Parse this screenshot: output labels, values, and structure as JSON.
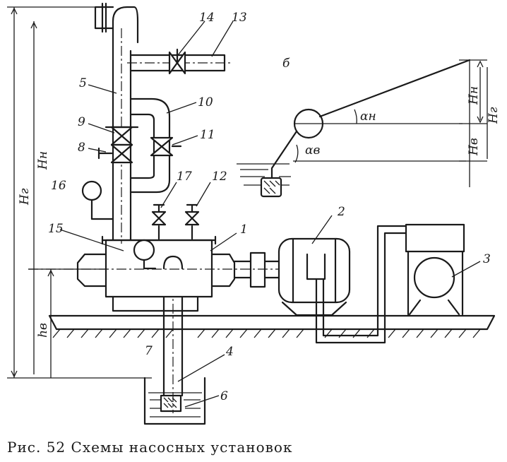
{
  "labels": {
    "l1": "1",
    "l2": "2",
    "l3": "3",
    "l4": "4",
    "l5": "5",
    "l6": "6",
    "l7": "7",
    "l8": "8",
    "l9": "9",
    "l10": "10",
    "l11": "11",
    "l12": "12",
    "l13": "13",
    "l14": "14",
    "l15": "15",
    "l16": "16",
    "l17": "17",
    "b": "б",
    "hr_left": "Hг",
    "hn_left": "Hн",
    "hv_left": "hв",
    "hn_right": "Hн",
    "hr_right": "Hг",
    "hv_right": "Hв",
    "alpha_n": "αн",
    "alpha_v": "αв"
  },
  "caption": "Рис. 52  Схемы насосных установок"
}
